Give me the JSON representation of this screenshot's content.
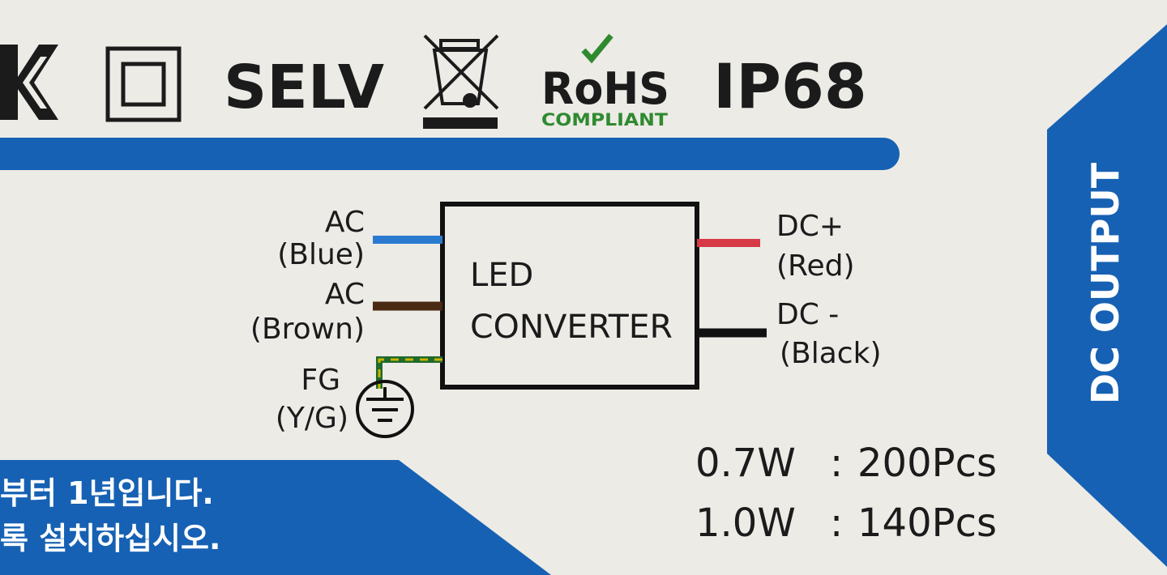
{
  "colors": {
    "label_background": "#ecebe6",
    "accent_blue": "#1661b3",
    "text_dark": "#1b1b1b",
    "wire_blue": "#2a7bd0",
    "wire_brown": "#4a2a12",
    "wire_yellow": "#c8b400",
    "wire_green": "#1f6a2c",
    "wire_red": "#d63a46",
    "wire_black": "#111111",
    "rohs_green": "#2f8a2f"
  },
  "cert_marks": {
    "kc_icon": "kc-mark-icon",
    "class2_icon": "double-square-icon",
    "selv": "SELV",
    "weee_icon": "crossed-bin-icon",
    "rohs_title": "RoHS",
    "rohs_sub": "COMPLIANT",
    "ip_rating": "IP68"
  },
  "diagram": {
    "box_line1": "LED",
    "box_line2": "CONVERTER",
    "input_wires": [
      {
        "name": "AC",
        "color_label": "(Blue)"
      },
      {
        "name": "AC",
        "color_label": "(Brown)"
      },
      {
        "name": "FG",
        "color_label": "(Y/G)"
      }
    ],
    "output_wires": [
      {
        "name": "DC+",
        "color_label": "(Red)"
      },
      {
        "name": "DC -",
        "color_label": "(Black)"
      }
    ],
    "ground_icon": "ground-symbol-icon"
  },
  "side_tab": {
    "label": "DC OUTPUT"
  },
  "capacity": [
    {
      "power": "0.7W",
      "sep": ":",
      "count": "200Pcs"
    },
    {
      "power": "1.0W",
      "sep": ":",
      "count": "140Pcs"
    }
  ],
  "korean_notes": {
    "line1": "부터 1년입니다.",
    "line2": "록 설치하십시오."
  }
}
